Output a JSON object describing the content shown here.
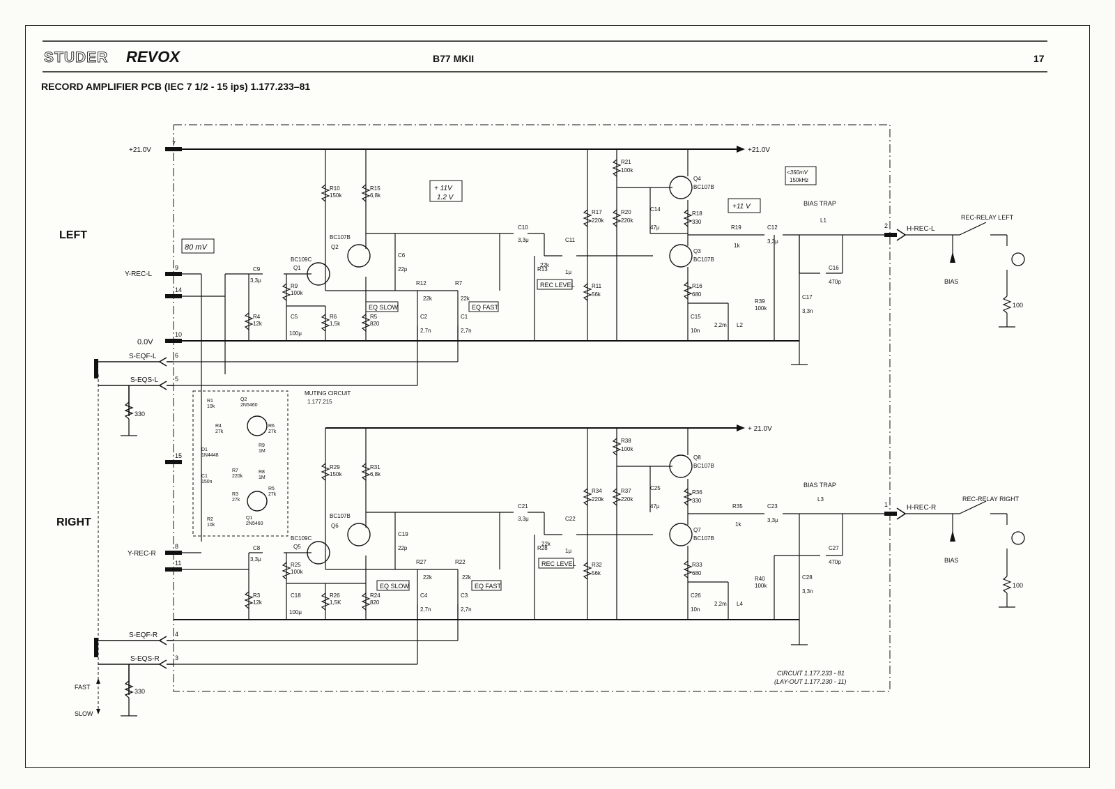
{
  "header": {
    "brand_studer": "STUDER",
    "brand_revox": "REVOX",
    "model": "B77 MKII",
    "page_number": "17"
  },
  "title": "RECORD AMPLIFIER PCB (IEC 7 1/2 - 15 ips)   1.177.233–81",
  "labels": {
    "channel_left": "LEFT",
    "channel_right": "RIGHT",
    "supply_v": "+21.0V",
    "supply_v_top": "+21.0V",
    "supply_v_right": "+ 21.0V",
    "ground": "0.0V",
    "fast": "FAST",
    "slow": "SLOW",
    "bias_trap": "BIAS TRAP",
    "bias": "BIAS",
    "rec_relay_left": "REC-RELAY LEFT",
    "rec_relay_right": "REC-RELAY RIGHT",
    "muting_circuit": "MUTING CIRCUIT",
    "muting_number": "1.177.215",
    "circuit_note": "CIRCUIT  1.177.233 - 81",
    "layout_note": "(LAY-OUT  1.177.230 - 11)"
  },
  "annotations": {
    "mv80": "80 mV",
    "v11_top": "+ 11V",
    "v12_top": "1.2 V",
    "v11_q3": "+11 V",
    "mv350": "<350mV",
    "khz150": "150kHz"
  },
  "connectors": [
    {
      "pin": "7",
      "label": ""
    },
    {
      "pin": "9",
      "label": "Y-REC-L"
    },
    {
      "pin": "14",
      "label": ""
    },
    {
      "pin": "10",
      "label": "0.0V"
    },
    {
      "pin": "6",
      "label": "S-EQF-L"
    },
    {
      "pin": "5",
      "label": "S-EQS-L"
    },
    {
      "pin": "15",
      "label": ""
    },
    {
      "pin": "8",
      "label": "Y-REC-R"
    },
    {
      "pin": "11",
      "label": ""
    },
    {
      "pin": "4",
      "label": "S-EQF-R"
    },
    {
      "pin": "3",
      "label": "S-EQS-R"
    },
    {
      "pin": "2",
      "label": "H-REC-L"
    },
    {
      "pin": "1",
      "label": "H-REC-R"
    }
  ],
  "components": {
    "left": {
      "R10": "150k",
      "R15": "6,8k",
      "Q2": "BC107B",
      "Q1": "BC109C",
      "C9": "3,3μ",
      "R9": "100k",
      "R4": "12k",
      "C5": "100μ",
      "R6": "1,5k",
      "R5": "820",
      "C6": "22p",
      "R12": "22k",
      "R7": "22k",
      "C2": "2,7n",
      "C1": "2,7n",
      "C10": "3,3μ",
      "R13": "22k",
      "C11": "1μ",
      "R17": "220k",
      "R11": "56k",
      "R21": "100k",
      "R20": "220k",
      "C14": "47μ",
      "Q4": "BC107B",
      "R18": "330",
      "Q3": "BC107B",
      "R16": "680",
      "C15": "10n",
      "L2": "2,2m",
      "R19": "1k",
      "C12": "3,3μ",
      "L1": "L1",
      "C16": "470p",
      "R39": "100k",
      "C17": "3,3n",
      "R_relay": "100"
    },
    "right": {
      "R29": "150k",
      "R31": "6,8k",
      "Q6": "BC107B",
      "Q5": "BC109C",
      "C8": "3,3μ",
      "R25": "100k",
      "R3": "12k",
      "C18": "100μ",
      "R26": "1,5K",
      "R24": "820",
      "C19": "22p",
      "R27": "22k",
      "R22": "22k",
      "C4": "2,7n",
      "C3": "2,7n",
      "C21": "3,3μ",
      "R28": "22k",
      "C22": "1μ",
      "R34": "220k",
      "R32": "56k",
      "R38": "100k",
      "R37": "220k",
      "C25": "47μ",
      "Q8": "BC107B",
      "R36": "330",
      "Q7": "BC107B",
      "R33": "680",
      "C26": "10n",
      "L4": "2,2m",
      "R35": "1k",
      "C23": "3,3μ",
      "L3": "L3",
      "C27": "470p",
      "R40": "100k",
      "C28": "3,3n",
      "R_relay": "100"
    },
    "muting": {
      "R1": "10k",
      "Q2": "2N5460",
      "R4": "27k",
      "R6": "27k",
      "R9": "1M",
      "D1": "1N4448",
      "C1": "150n",
      "R7": "220k",
      "R8": "1M",
      "R3": "27k",
      "R5": "27k",
      "R2": "10k",
      "Q1": "2N5460"
    },
    "switch_resistor": "330",
    "switch_resistor_r": "330"
  },
  "boxes": {
    "eq_slow": "EQ SLOW",
    "eq_fast": "EQ FAST",
    "rec_level": "REC LEVEL"
  }
}
